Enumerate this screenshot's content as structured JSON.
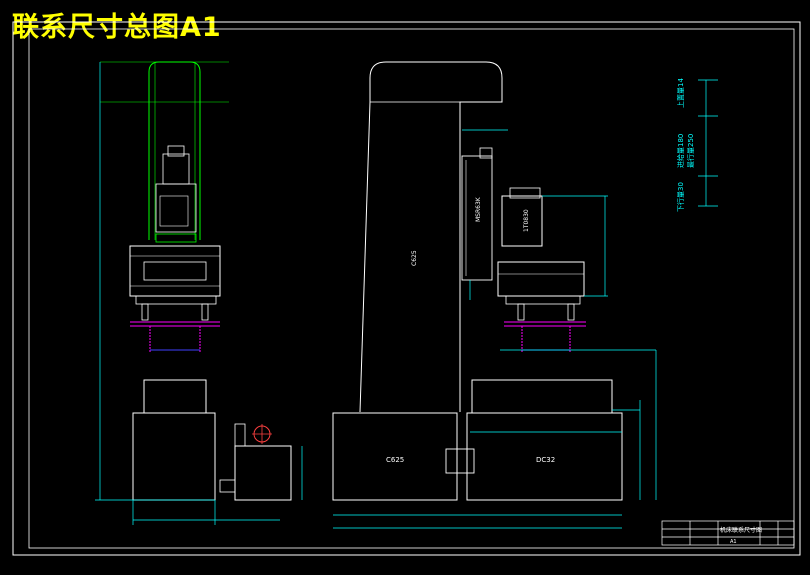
{
  "title": "联系尺寸总图A1",
  "labels": {
    "column_body": "C625",
    "base_left_block": "C625",
    "base_right_block": "DC32",
    "headstock_rotated": "1T0830",
    "headstock_slide": "MSR63K",
    "column_side": "C625",
    "side_note_top": "上置量14",
    "side_note_mid1": "进给量180",
    "side_note_mid2": "最行量250",
    "side_note_bottom": "下行量30"
  },
  "title_block": {
    "caption": "机床联系尺寸图",
    "sheet": "A1"
  },
  "colors": {
    "background": "#000000",
    "outline": "#ffffff",
    "dimension": "#00ffff",
    "hidden_green": "#00ff00",
    "title": "#ffff00",
    "spindle": "#ff00ff"
  }
}
